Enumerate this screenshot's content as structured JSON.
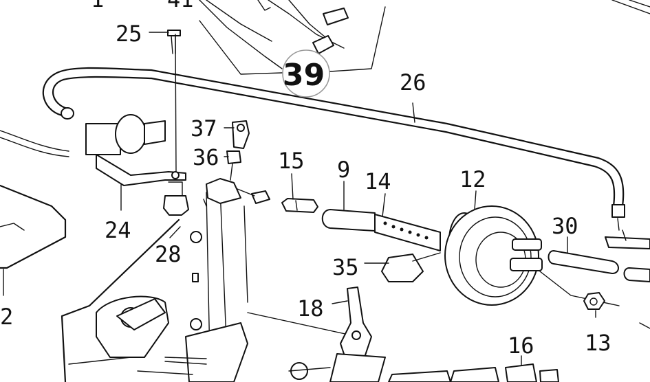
{
  "callouts": [
    {
      "id": "1",
      "text": "1"
    },
    {
      "id": "41",
      "text": "41"
    },
    {
      "id": "25",
      "text": "25"
    },
    {
      "id": "39",
      "text": "39"
    },
    {
      "id": "26",
      "text": "26"
    },
    {
      "id": "37",
      "text": "37"
    },
    {
      "id": "36",
      "text": "36"
    },
    {
      "id": "15",
      "text": "15"
    },
    {
      "id": "9",
      "text": "9"
    },
    {
      "id": "14",
      "text": "14"
    },
    {
      "id": "12",
      "text": "12"
    },
    {
      "id": "30",
      "text": "30"
    },
    {
      "id": "24",
      "text": "24"
    },
    {
      "id": "28",
      "text": "28"
    },
    {
      "id": "35",
      "text": "35"
    },
    {
      "id": "18",
      "text": "18"
    },
    {
      "id": "13",
      "text": "13"
    },
    {
      "id": "16",
      "text": "16"
    },
    {
      "id": "2",
      "text": "2"
    }
  ]
}
